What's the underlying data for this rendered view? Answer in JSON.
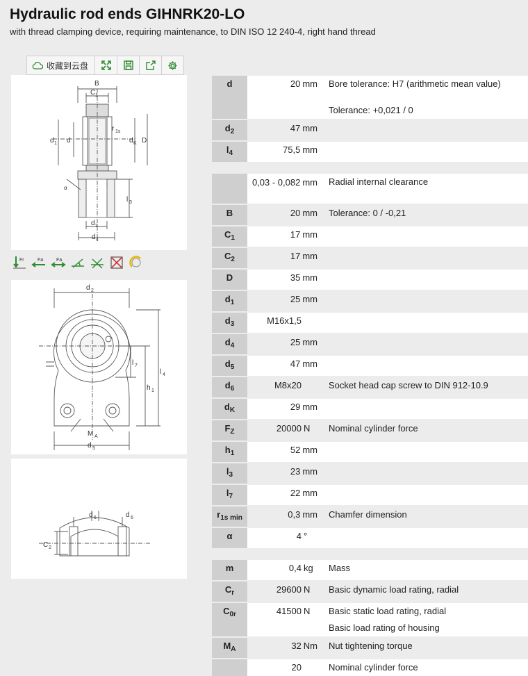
{
  "header": {
    "title": "Hydraulic rod ends GIHNRK20-LO",
    "subtitle": "with thread clamping device, requiring maintenance, to DIN ISO 12 240-4, right hand thread"
  },
  "toolbar": {
    "save_cloud_label": "收藏到云盘",
    "icons": [
      "expand-icon",
      "save-icon",
      "share-icon",
      "settings-icon"
    ],
    "accent": "#2e8b2e"
  },
  "drawings": {
    "top": {
      "labels": [
        "B",
        "C",
        "1",
        "r",
        "1s",
        "d",
        "1",
        "d",
        "d",
        "K",
        "D",
        "α",
        "l",
        "3",
        "d",
        "3",
        "d",
        "4"
      ]
    },
    "middle": {
      "labels": [
        "d",
        "2",
        "l",
        "7",
        "l",
        "4",
        "h",
        "1",
        "M",
        "A",
        "d",
        "5"
      ]
    },
    "bottom": {
      "labels": [
        "d",
        "6",
        "d",
        "6",
        "C",
        "2"
      ]
    }
  },
  "load_icons": [
    "radial-load-icon",
    "axial-load-left-icon",
    "axial-load-both-icon",
    "angle-icon",
    "angle-double-icon",
    "no-relubrication-icon",
    "seal-icon"
  ],
  "spec": {
    "group1": [
      {
        "sym": "d",
        "sub": "",
        "value": "20",
        "unit": "mm",
        "desc": "Bore tolerance: H7 (arithmetic mean value)",
        "desc2": "Tolerance: +0,021 / 0"
      },
      {
        "sym": "d",
        "sub": "2",
        "value": "47",
        "unit": "mm",
        "desc": "",
        "desc2": ""
      },
      {
        "sym": "l",
        "sub": "4",
        "value": "75,5",
        "unit": "mm",
        "desc": "",
        "desc2": ""
      }
    ],
    "group2": [
      {
        "sym": "",
        "sub": "",
        "value": "0,03 - 0,082",
        "unit": "mm",
        "desc": "Radial internal clearance",
        "desc2": ""
      },
      {
        "sym": "B",
        "sub": "",
        "value": "20",
        "unit": "mm",
        "desc": "Tolerance: 0 / -0,21",
        "desc2": ""
      },
      {
        "sym": "C",
        "sub": "1",
        "value": "17",
        "unit": "mm",
        "desc": "",
        "desc2": ""
      },
      {
        "sym": "C",
        "sub": "2",
        "value": "17",
        "unit": "mm",
        "desc": "",
        "desc2": ""
      },
      {
        "sym": "D",
        "sub": "",
        "value": "35",
        "unit": "mm",
        "desc": "",
        "desc2": ""
      },
      {
        "sym": "d",
        "sub": "1",
        "value": "25",
        "unit": "mm",
        "desc": "",
        "desc2": ""
      },
      {
        "sym": "d",
        "sub": "3",
        "value": "M16x1,5",
        "unit": "",
        "desc": "",
        "desc2": ""
      },
      {
        "sym": "d",
        "sub": "4",
        "value": "25",
        "unit": "mm",
        "desc": "",
        "desc2": ""
      },
      {
        "sym": "d",
        "sub": "5",
        "value": "47",
        "unit": "mm",
        "desc": "",
        "desc2": ""
      },
      {
        "sym": "d",
        "sub": "6",
        "value": "M8x20",
        "unit": "",
        "desc": "Socket head cap screw to DIN 912-10.9",
        "desc2": ""
      },
      {
        "sym": "d",
        "sub": "K",
        "value": "29",
        "unit": "mm",
        "desc": "",
        "desc2": ""
      },
      {
        "sym": "F",
        "sub": "Z",
        "value": "20000",
        "unit": "N",
        "desc": "Nominal cylinder force",
        "desc2": ""
      },
      {
        "sym": "h",
        "sub": "1",
        "value": "52",
        "unit": "mm",
        "desc": "",
        "desc2": ""
      },
      {
        "sym": "l",
        "sub": "3",
        "value": "23",
        "unit": "mm",
        "desc": "",
        "desc2": ""
      },
      {
        "sym": "l",
        "sub": "7",
        "value": "22",
        "unit": "mm",
        "desc": "",
        "desc2": ""
      },
      {
        "sym": "r",
        "sub": "1s min",
        "value": "0,3",
        "unit": "mm",
        "desc": "Chamfer dimension",
        "desc2": ""
      },
      {
        "sym": "α",
        "sub": "",
        "value": "4",
        "unit": "°",
        "desc": "",
        "desc2": ""
      }
    ],
    "group3": [
      {
        "sym": "m",
        "sub": "",
        "value": "0,4",
        "unit": "kg",
        "desc": "Mass",
        "desc2": ""
      },
      {
        "sym": "C",
        "sub": "r",
        "value": "29600",
        "unit": "N",
        "desc": "Basic dynamic load rating, radial",
        "desc2": ""
      },
      {
        "sym": "C",
        "sub": "0r",
        "value": "41500",
        "unit": "N",
        "desc": "Basic static load rating, radial",
        "desc2": "Basic load rating of housing"
      },
      {
        "sym": "M",
        "sub": "A",
        "value": "32",
        "unit": "Nm",
        "desc": "Nut tightening torque",
        "desc2": ""
      },
      {
        "sym": "",
        "sub": "",
        "value": "20",
        "unit": "",
        "desc": "Nominal cylinder force",
        "desc2": ""
      }
    ]
  }
}
